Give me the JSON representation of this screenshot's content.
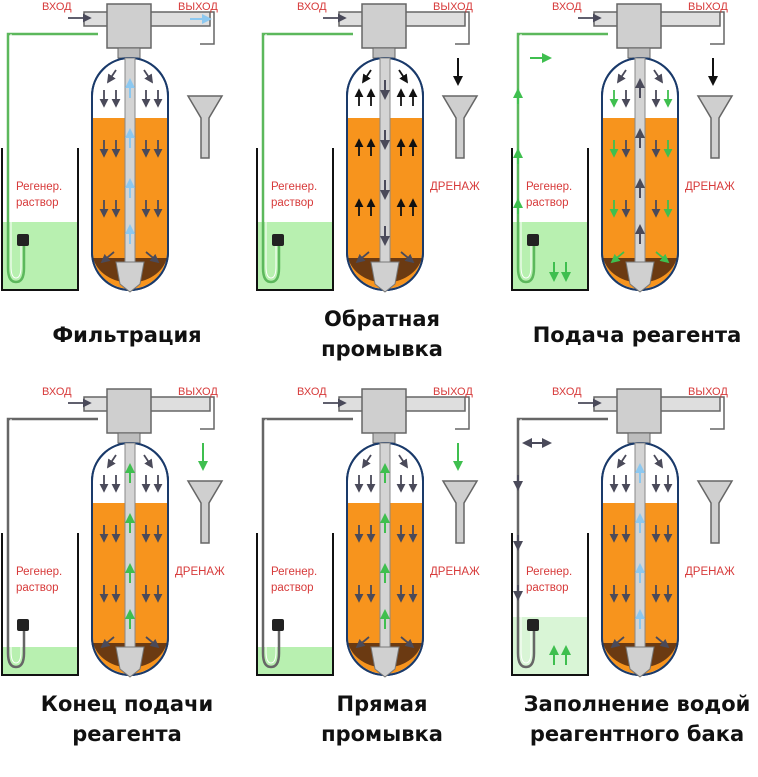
{
  "labels": {
    "inlet": "ВХОД",
    "outlet": "ВЫХОД",
    "drain": "ДРЕНАЖ",
    "regen_line1": "Регенер.",
    "regen_line2": "раствор"
  },
  "colors": {
    "resin": "#f7941d",
    "resin_bottom": "#6b3a12",
    "brine": "#b8f0b0",
    "brine_light": "#d9f5d6",
    "flow_dark": "#4a4a5a",
    "flow_green": "#3fbf4f",
    "flow_blue": "#8cc8f0",
    "label_red": "#d73a3a"
  },
  "panels": [
    {
      "title_lines": [
        "Фильтрация"
      ],
      "tank": "brine-full",
      "resin": "full"
    },
    {
      "title_lines": [
        "Обратная",
        "промывка"
      ],
      "tank": "brine-full",
      "resin": "full"
    },
    {
      "title_lines": [
        "Подача реагента"
      ],
      "tank": "brine-full",
      "resin": "full"
    },
    {
      "title_lines": [
        "Конец подачи",
        "реагента"
      ],
      "tank": "brine-low",
      "resin": "full"
    },
    {
      "title_lines": [
        "Прямая",
        "промывка"
      ],
      "tank": "brine-low",
      "resin": "full"
    },
    {
      "title_lines": [
        "Заполнение водой",
        "реагентного бака"
      ],
      "tank": "brine-filling",
      "resin": "full"
    }
  ]
}
